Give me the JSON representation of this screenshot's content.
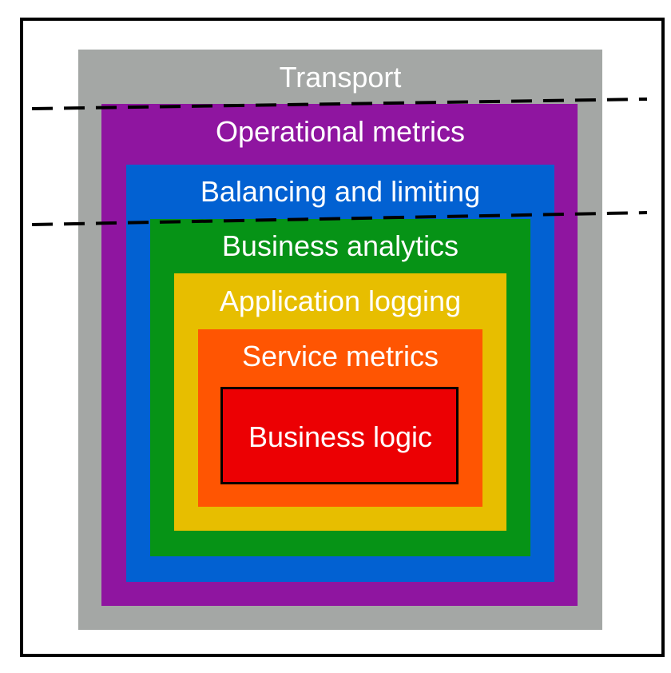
{
  "diagram": {
    "layers": [
      {
        "id": "transport",
        "label": "Transport",
        "color": "#a4a7a5"
      },
      {
        "id": "operational",
        "label": "Operational metrics",
        "color": "#8f15a0"
      },
      {
        "id": "balancing",
        "label": "Balancing and limiting",
        "color": "#0261d2"
      },
      {
        "id": "analytics",
        "label": "Business analytics",
        "color": "#069316"
      },
      {
        "id": "logging",
        "label": "Application logging",
        "color": "#e7be00"
      },
      {
        "id": "service",
        "label": "Service metrics",
        "color": "#ff5502"
      },
      {
        "id": "logic",
        "label": "Business logic",
        "color": "#ec0003"
      }
    ],
    "boundary_line_color": "#000000",
    "frame_border_color": "#000000"
  }
}
